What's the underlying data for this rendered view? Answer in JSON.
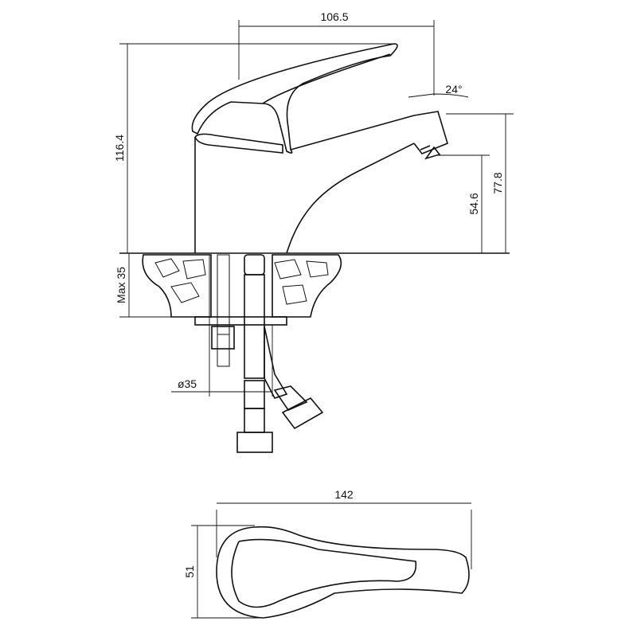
{
  "drawing": {
    "dimensions": {
      "top_width": "106.5",
      "spout_angle": "24°",
      "total_height": "116.4",
      "spout_outlet_height": "54.6",
      "spout_top_height": "77.8",
      "max_counter_thickness": "Max 35",
      "hole_diameter": "ø35",
      "plan_length": "142",
      "plan_width": "51"
    }
  }
}
